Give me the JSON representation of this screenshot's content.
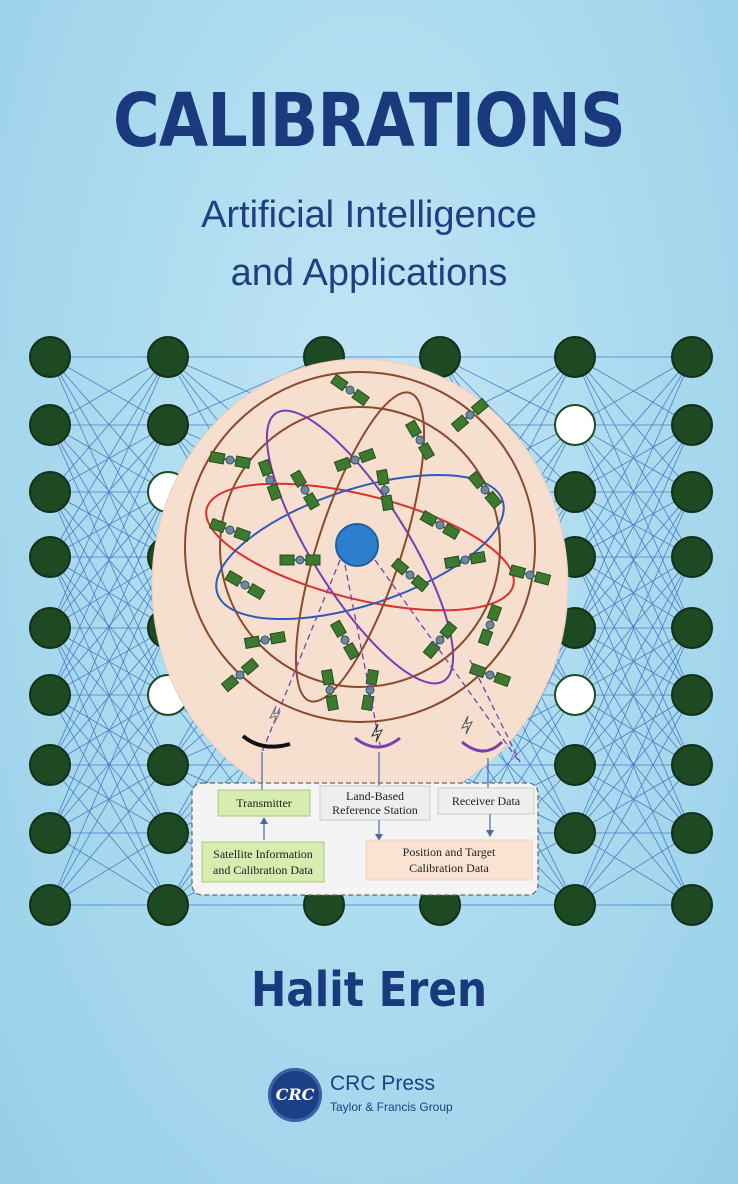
{
  "cover": {
    "title": "CALIBRATIONS",
    "subtitle_line1": "Artificial Intelligence",
    "subtitle_line2": "and Applications",
    "author": "Halit Eren"
  },
  "diagram": {
    "transmitter": "Transmitter",
    "station_line1": "Land-Based",
    "station_line2": "Reference Station",
    "receiver": "Receiver Data",
    "satellite_line1": "Satellite Information",
    "satellite_line2": "and Calibration Data",
    "position_line1": "Position and Target",
    "position_line2": "Calibration Data"
  },
  "publisher": {
    "logo_text": "CRC",
    "name": "CRC Press",
    "group": "Taylor & Francis Group"
  },
  "colors": {
    "title": "#1b3a7d",
    "node_fill": "#1e4a23",
    "link_line": "#3a6fc0",
    "globe_fill": "#f7dfcf",
    "earth": "#2d7fce"
  }
}
